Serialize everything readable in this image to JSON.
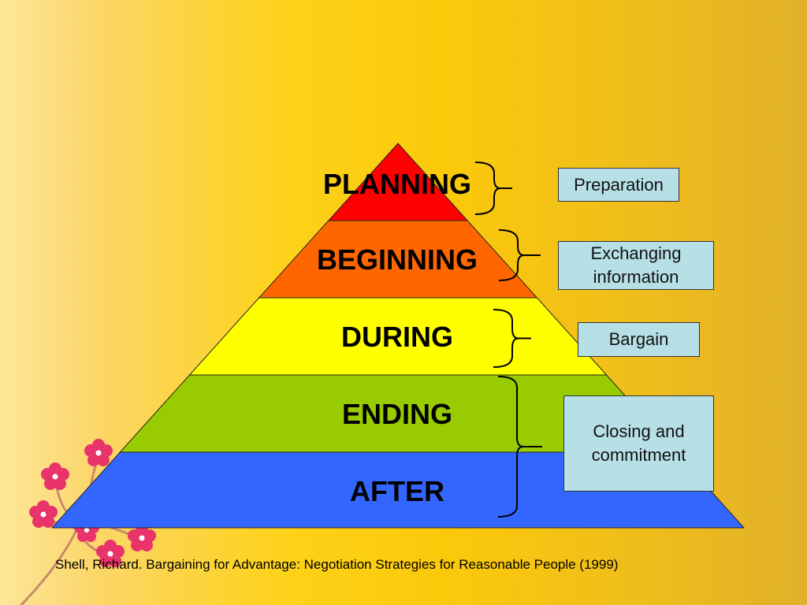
{
  "layers": [
    {
      "label": "PLANNING",
      "color": "#ff0000"
    },
    {
      "label": "BEGINNING",
      "color": "#ff6600"
    },
    {
      "label": "DURING",
      "color": "#ffff00"
    },
    {
      "label": "ENDING",
      "color": "#99cc00"
    },
    {
      "label": "AFTER",
      "color": "#3366ff"
    }
  ],
  "stages": [
    {
      "text": "Preparation"
    },
    {
      "text": "Exchanging information"
    },
    {
      "text": "Bargain"
    },
    {
      "text": "Closing and commitment"
    }
  ],
  "citation": "Shell, Richard. Bargaining for Advantage: Negotiation Strategies for Reasonable People (1999)",
  "colors": {
    "box_fill": "#b7dfe6",
    "flower": "#e8336b"
  },
  "icons": [
    "flower-branch-icon"
  ]
}
